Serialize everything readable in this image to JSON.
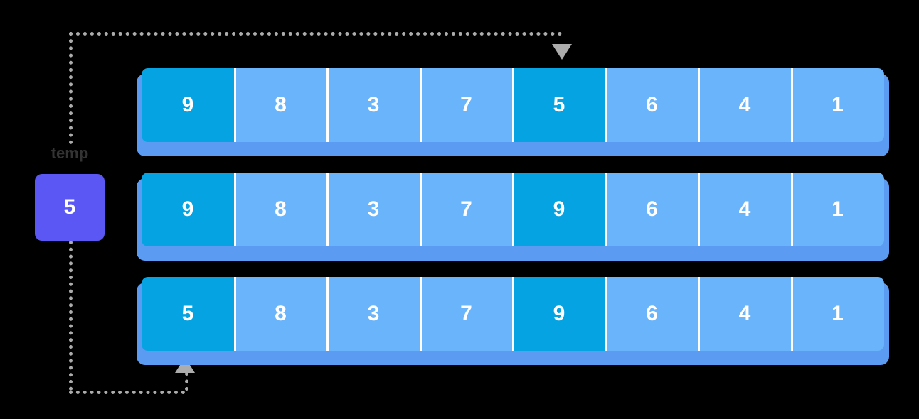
{
  "diagram": {
    "title": "bubble-sort-swap-step",
    "colors": {
      "background": "#000000",
      "cell_normal": "#69B4FA",
      "cell_highlight": "#06A3E2",
      "row_base_shadow": "#5B9BF2",
      "temp_box": "#5A57F5",
      "connector": "#ACACAC",
      "label_text": "#333333",
      "cell_text": "#FFFFFF"
    },
    "temp": {
      "label": "temp",
      "value": "5"
    },
    "rows": [
      {
        "name": "array-row-before",
        "cells": [
          {
            "value": "9",
            "highlighted": true
          },
          {
            "value": "8",
            "highlighted": false
          },
          {
            "value": "3",
            "highlighted": false
          },
          {
            "value": "7",
            "highlighted": false
          },
          {
            "value": "5",
            "highlighted": true
          },
          {
            "value": "6",
            "highlighted": false
          },
          {
            "value": "4",
            "highlighted": false
          },
          {
            "value": "1",
            "highlighted": false
          }
        ]
      },
      {
        "name": "array-row-middle",
        "cells": [
          {
            "value": "9",
            "highlighted": true
          },
          {
            "value": "8",
            "highlighted": false
          },
          {
            "value": "3",
            "highlighted": false
          },
          {
            "value": "7",
            "highlighted": false
          },
          {
            "value": "9",
            "highlighted": true
          },
          {
            "value": "6",
            "highlighted": false
          },
          {
            "value": "4",
            "highlighted": false
          },
          {
            "value": "1",
            "highlighted": false
          }
        ]
      },
      {
        "name": "array-row-after",
        "cells": [
          {
            "value": "5",
            "highlighted": true
          },
          {
            "value": "8",
            "highlighted": false
          },
          {
            "value": "3",
            "highlighted": false
          },
          {
            "value": "7",
            "highlighted": false
          },
          {
            "value": "9",
            "highlighted": true
          },
          {
            "value": "6",
            "highlighted": false
          },
          {
            "value": "4",
            "highlighted": false
          },
          {
            "value": "1",
            "highlighted": false
          }
        ]
      }
    ]
  }
}
